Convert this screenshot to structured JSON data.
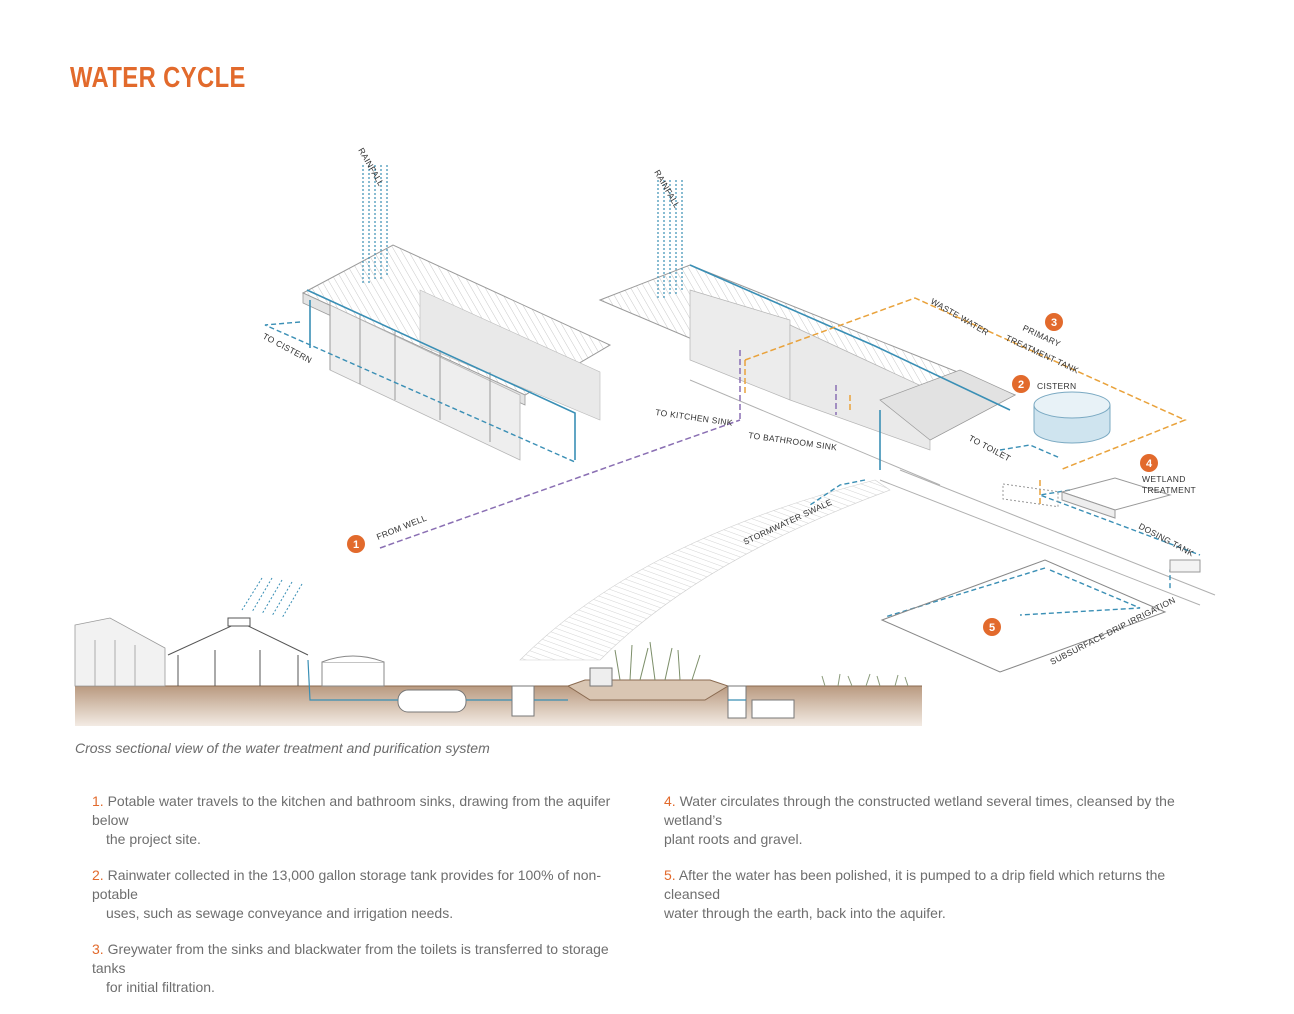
{
  "title": "WATER CYCLE",
  "accent_color": "#e26a2c",
  "blue_line_color": "#3a8fb5",
  "orange_line_color": "#e9a23b",
  "purple_line_color": "#8a6fb3",
  "diagram_labels": {
    "rainfall_1": "RAINFALL",
    "rainfall_2": "RAINFALL",
    "to_cistern": "TO CISTERN",
    "to_kitchen_sink": "TO KITCHEN SINK",
    "to_bathroom_sink": "TO BATHROOM SINK",
    "to_toilet": "TO TOILET",
    "waste_water": "WASTE WATER",
    "primary_treatment_tank_1": "PRIMARY",
    "primary_treatment_tank_2": "TREATMENT TANK",
    "cistern": "CISTERN",
    "wetland_1": "WETLAND",
    "wetland_2": "TREATMENT",
    "dosing_tank": "DOSING TANK",
    "from_well": "FROM WELL",
    "stormwater_swale": "STORMWATER SWALE",
    "subsurface_drip": "SUBSURFACE DRIP IRRIGATION"
  },
  "markers": [
    "1",
    "2",
    "3",
    "4",
    "5"
  ],
  "caption": "Cross sectional view of the water treatment and purification system",
  "notes": [
    {
      "num": "1.",
      "line1": "Potable water travels to the kitchen and bathroom sinks, drawing from the aquifer below",
      "line2": "the project site."
    },
    {
      "num": "2.",
      "line1": "Rainwater collected in the 13,000 gallon storage tank provides for 100% of non-potable",
      "line2": "uses, such as sewage conveyance and irrigation needs."
    },
    {
      "num": "3.",
      "line1": "Greywater from the sinks and blackwater from the toilets is transferred to storage tanks",
      "line2": "for initial filtration."
    },
    {
      "num": "4.",
      "line1": "Water circulates through the constructed wetland several times, cleansed by the wetland’s",
      "line2": "plant roots and gravel."
    },
    {
      "num": "5.",
      "line1": "After the water has been polished, it is pumped to a drip field which returns the cleansed",
      "line2": "water through the earth, back into the aquifer."
    }
  ]
}
